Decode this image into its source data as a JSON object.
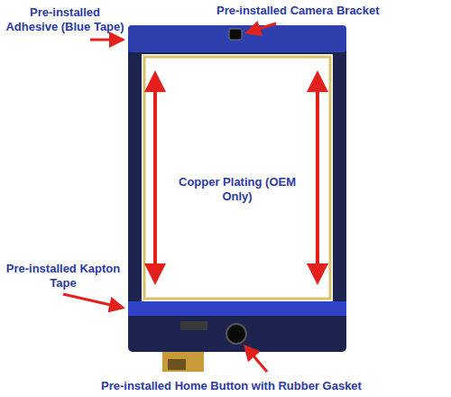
{
  "diagram": {
    "labels": [
      "Pre-installed Adhesive (Blue Tape)",
      "Pre-installed Camera Bracket",
      "Copper Plating (OEM Only)",
      "Pre-installed Kapton Tape",
      "Pre-installed Home Button with Rubber Gasket"
    ]
  }
}
